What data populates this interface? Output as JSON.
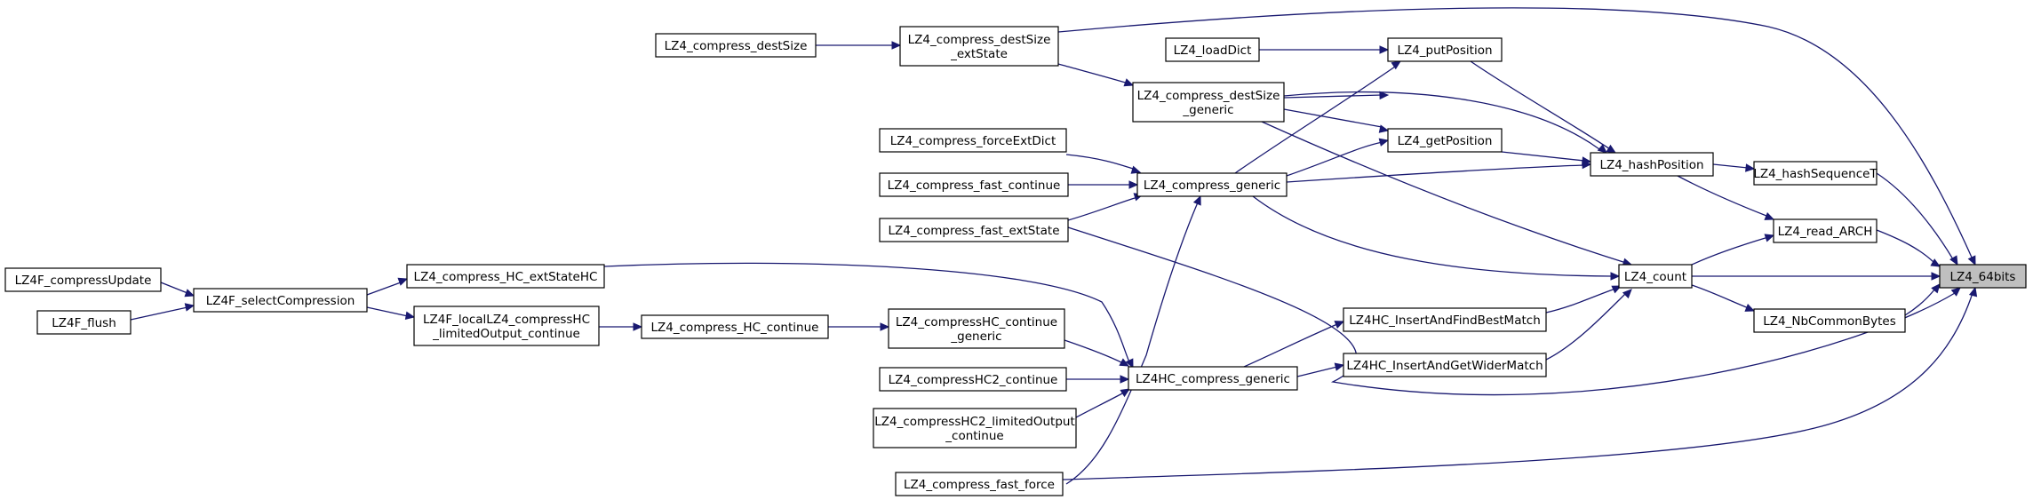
{
  "diagram": {
    "edge_color": "#191970",
    "root_fill": "#bfbfbf",
    "nodes": {
      "lz4_64bits": [
        "LZ4_64bits"
      ],
      "hash_sequence_t": [
        "LZ4_hashSequenceT"
      ],
      "read_arch": [
        "LZ4_read_ARCH"
      ],
      "nb_common_bytes": [
        "LZ4_NbCommonBytes"
      ],
      "hash_position": [
        "LZ4_hashPosition"
      ],
      "lz4_count": [
        "LZ4_count"
      ],
      "put_position": [
        "LZ4_putPosition"
      ],
      "get_position": [
        "LZ4_getPosition"
      ],
      "load_dict": [
        "LZ4_loadDict"
      ],
      "hc_insert_find": [
        "LZ4HC_InsertAndFindBestMatch"
      ],
      "hc_insert_wider": [
        "LZ4HC_InsertAndGetWiderMatch"
      ],
      "compress_destsize_generic": [
        "LZ4_compress_destSize",
        "_generic"
      ],
      "compress_generic": [
        "LZ4_compress_generic"
      ],
      "hc_compress_generic": [
        "LZ4HC_compress_generic"
      ],
      "compress_destsize_extstate": [
        "LZ4_compress_destSize",
        "_extState"
      ],
      "compress_destsize": [
        "LZ4_compress_destSize"
      ],
      "compress_force_extdict": [
        "LZ4_compress_forceExtDict"
      ],
      "compress_fast_continue": [
        "LZ4_compress_fast_continue"
      ],
      "compress_fast_extstate": [
        "LZ4_compress_fast_extState"
      ],
      "compress_fast_force": [
        "LZ4_compress_fast_force"
      ],
      "compresshc_continue_generic": [
        "LZ4_compressHC_continue",
        "_generic"
      ],
      "compresshc2_continue": [
        "LZ4_compressHC2_continue"
      ],
      "compresshc2_limited": [
        "LZ4_compressHC2_limitedOutput",
        "_continue"
      ],
      "compress_hc_extstatehc": [
        "LZ4_compress_HC_extStateHC"
      ],
      "compress_hc_continue": [
        "LZ4_compress_HC_continue"
      ],
      "f_local_compresshc": [
        "LZ4F_localLZ4_compressHC",
        "_limitedOutput_continue"
      ],
      "f_select_compression": [
        "LZ4F_selectCompression"
      ],
      "f_compress_update": [
        "LZ4F_compressUpdate"
      ],
      "f_flush": [
        "LZ4F_flush"
      ]
    }
  }
}
